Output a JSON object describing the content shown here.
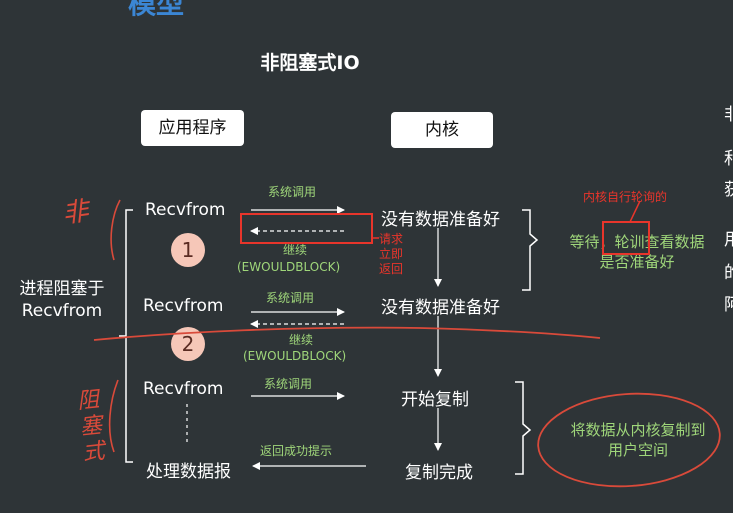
{
  "title": "非阻塞式IO",
  "top_fragment": "模型",
  "headers": {
    "app": "应用程序",
    "kernel": "内核"
  },
  "left_label": [
    "进程阻塞于",
    "Recvfrom"
  ],
  "app_steps": [
    "Recvfrom",
    "Recvfrom",
    "Recvfrom",
    "处理数据报"
  ],
  "kernel_steps": [
    "没有数据准备好",
    "没有数据准备好",
    "开始复制",
    "复制完成"
  ],
  "arrows": {
    "syscall_1": "系统调用",
    "continue_1": "继续",
    "ewouldblock_1": "(EWOULDBLOCK)",
    "syscall_2": "系统调用",
    "continue_2": "继续",
    "ewouldblock_2": "(EWOULDBLOCK)",
    "syscall_3": "系统调用",
    "return_success": "返回成功提示"
  },
  "circles": [
    "1",
    "2"
  ],
  "annotations": {
    "request_return": [
      "请求",
      "立即",
      "返回"
    ],
    "kernel_poll": "内核自行轮询的",
    "wait_text": [
      "等待，轮训查看数据",
      "是否准备好"
    ],
    "copy_text": [
      "将数据从内核复制到",
      "用户空间"
    ],
    "handwritten_nonblock": "非",
    "handwritten_block": "阻塞式"
  },
  "edge_chars": [
    "非",
    "和",
    "获",
    "用",
    "的",
    "阿"
  ],
  "colors": {
    "background": "#2e3437",
    "green_text": "#9fd67a",
    "annotation_red": "#e8352b",
    "circle_fill": "#f6c7b8"
  }
}
